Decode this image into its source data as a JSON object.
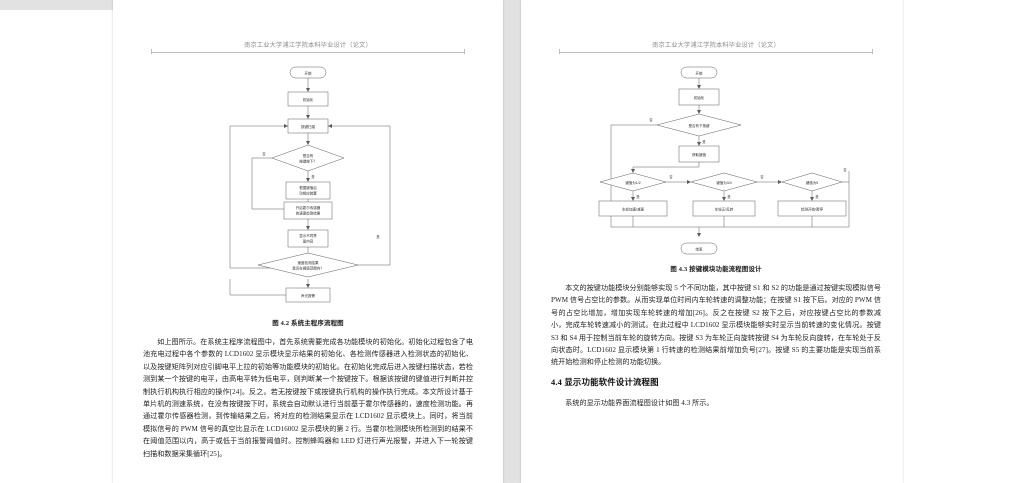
{
  "viewer": {
    "background_color": "#e2e2e2",
    "page_background": "#ffffff"
  },
  "left_page": {
    "header": "南京工业大学浦江学院本科毕业设计（论文）",
    "figure": {
      "caption": "图 4.2 系统主程序流程图",
      "type": "flowchart",
      "nodes": [
        {
          "id": "start",
          "shape": "terminator",
          "label": "开始"
        },
        {
          "id": "init",
          "shape": "process",
          "label": "初始化"
        },
        {
          "id": "scan",
          "shape": "process",
          "label": "按键扫描"
        },
        {
          "id": "pressed",
          "shape": "decision",
          "label": "是否有\n按键按下？"
        },
        {
          "id": "exec",
          "shape": "process",
          "label": "根据键值启\n动相应装置"
        },
        {
          "id": "hall",
          "shape": "process",
          "label": "开启霍尔传感器\n的速度检测结果"
        },
        {
          "id": "show",
          "shape": "process",
          "label": "显示不同界\n面内容"
        },
        {
          "id": "range",
          "shape": "decision",
          "label": "速度检测结果\n是否在阈值范围内？"
        },
        {
          "id": "alarm",
          "shape": "process",
          "label": "声光报警"
        }
      ],
      "edge_labels": {
        "pressed_no": "否",
        "pressed_yes": "是",
        "range_no": "否",
        "range_yes": "是"
      }
    },
    "paragraphs": [
      "如上图所示。在系统主程序流程图中，首先系统需要完成各功能模块的初始化。初始化过程包含了电池充电过程中各个参数的 LCD1602 显示模块显示结果的初始化、各检测传感器进入检测状态的初始化、以及按键矩阵列对应引脚电平上拉的初始等功能模块的初始化。在初始化完成后进入按键扫描状态，若检测到某一个按键的电平，由高电平转为低电平，则判断某一个按键按下。根据该按键的键值进行判断并控制执行机构执行相应的操作[24]。反之。若无按键按下或按键执行机构的操作执行完成。本文所设计基于单片机的测速系统，在没有按键按下时，系统会自动默认进行当前基于霍尔传感器的，速度检测功能。再通过霍尔传感器检测，到传输结果之后，将对应的检测结果显示在 LCD1602 显示模块上。同时，将当前模拟信号的 PWM 信号的真空比显示在 LCD16002 显示模块的第 2 行。当霍尔检测模块所检测到的结果不在阈值范围以内，高于或低于当前报警阈值时。控制蜂鸣器和 LED 灯进行声光报警，并进入下一轮按键扫描和数据采集循环[25]。"
    ]
  },
  "right_page": {
    "header": "南京工业大学浦江学院本科毕业设计（论文）",
    "figure": {
      "caption": "图 4.3 按键模块功能流程图设计",
      "type": "flowchart",
      "nodes": [
        {
          "id": "start",
          "shape": "terminator",
          "label": "开始"
        },
        {
          "id": "init",
          "shape": "process",
          "label": "初始化"
        },
        {
          "id": "pressed",
          "shape": "decision",
          "label": "是否有下按键"
        },
        {
          "id": "keyval",
          "shape": "process",
          "label": "获取键值"
        },
        {
          "id": "d12",
          "shape": "decision",
          "label": "键值为1/2"
        },
        {
          "id": "d34",
          "shape": "decision",
          "label": "键值为3/4"
        },
        {
          "id": "d5",
          "shape": "decision",
          "label": "键值为5"
        },
        {
          "id": "a1",
          "shape": "process",
          "label": "车轮加速/减速"
        },
        {
          "id": "a2",
          "shape": "process",
          "label": "车轮正/反转"
        },
        {
          "id": "a3",
          "shape": "process",
          "label": "检测开始/暂停"
        },
        {
          "id": "end",
          "shape": "terminator",
          "label": "结束"
        }
      ],
      "edge_labels": {
        "no": "否",
        "yes": "是"
      }
    },
    "paragraphs": [
      "本文的按键功能模块分别能够实现 5 个不同功能，其中按键 S1 和 S2 的功能是通过按键实现模拟信号 PWM 信号占空比的参数。从而实现单位时间内车轮转速的调整功能；在按键 S1 按下后。对应的 PWM 信号的占空比增加，增加实现车轮转速的增加[26]。反之在按键 S2 按下之后，对应按键占空比的参数减小，完成车轮转速减小的测试。在此过程中 LCD1602 显示模块能够实时显示当前转速的变化情况。按键 S3 和 S4 用于控制当前车轮的旋转方向。按键 S3 为车轮正向旋转按键 S4 为车轮反向旋转，在车轮处于反向状态时。LCD1602 显示模块第 1 行转速的检测结果前增加负号[27]。按键 S5 的主要功能是实现当前系统开始检测和停止检测的功能切换。"
    ],
    "heading": "4.4  显示功能软件设计流程图",
    "heading_paragraph": "系统的显示功能界面流程图设计如图 4.3 所示。"
  }
}
